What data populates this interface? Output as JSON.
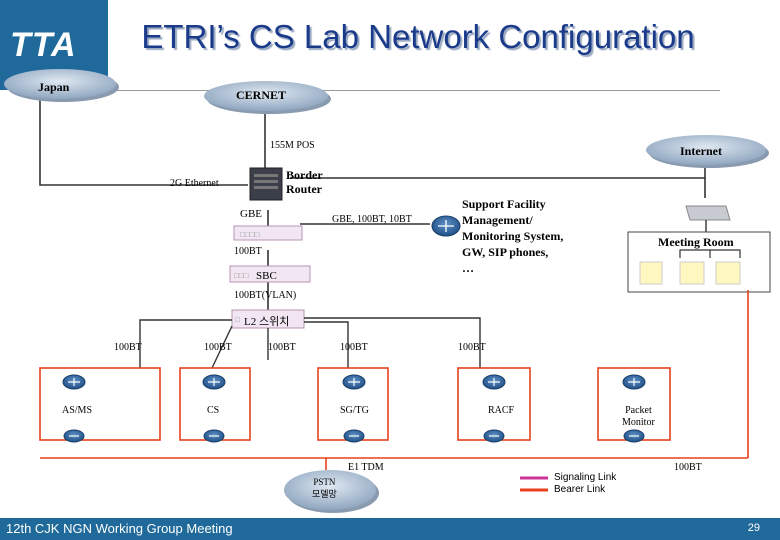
{
  "header": {
    "logo": "TTA",
    "title": "ETRI’s CS Lab Network Configuration"
  },
  "clouds": {
    "japan": "Japan",
    "cernet": "CERNET",
    "internet": "Internet",
    "pstn": "PSTN\n모델망"
  },
  "links": {
    "pos_155m": "155M POS",
    "ethernet_2g": "2G Ethernet",
    "gbe": "GBE",
    "gbe_100bt_10bt": "GBE, 100BT, 10BT",
    "bt100_a": "100BT",
    "bt100_vlan": "100BT(VLAN)",
    "bt100_1": "100BT",
    "bt100_2": "100BT",
    "bt100_3": "100BT",
    "bt100_4": "100BT",
    "bt100_5": "100BT",
    "bt100_6": "100BT",
    "e1_tdm": "E1 TDM"
  },
  "devices": {
    "border_router": "Border\nRouter",
    "sbc": "SBC",
    "l2_switch": "L2 스위치",
    "support_facility": "Support Facility\nManagement/\nMonitoring System,\nGW, SIP phones,\n…",
    "meeting_room": "Meeting Room"
  },
  "nodes": [
    "AS/MS",
    "CS",
    "SG/TG",
    "RACF",
    "Packet\nMonitor"
  ],
  "legend": {
    "signaling": "Signaling Link",
    "bearer": "Bearer Link"
  },
  "colors": {
    "signaling": "#cc3399",
    "bearer": "#e8401c",
    "brand": "#1f6a9a"
  },
  "footer": {
    "text": "12th CJK NGN Working Group Meeting",
    "page": "29"
  }
}
